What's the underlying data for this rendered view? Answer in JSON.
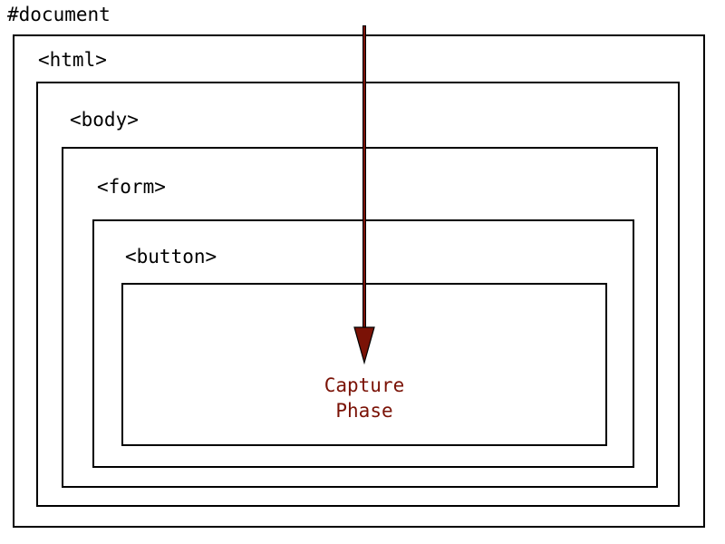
{
  "labels": {
    "document": "#document",
    "html": "<html>",
    "body": "<body>",
    "form": "<form>",
    "button": "<button>"
  },
  "phase": {
    "line1": "Capture",
    "line2": "Phase"
  },
  "colors": {
    "arrow": "#7a1206",
    "phase_text": "#7a1206",
    "border": "#000000"
  },
  "icons": {
    "arrow": "arrow-down-icon"
  }
}
